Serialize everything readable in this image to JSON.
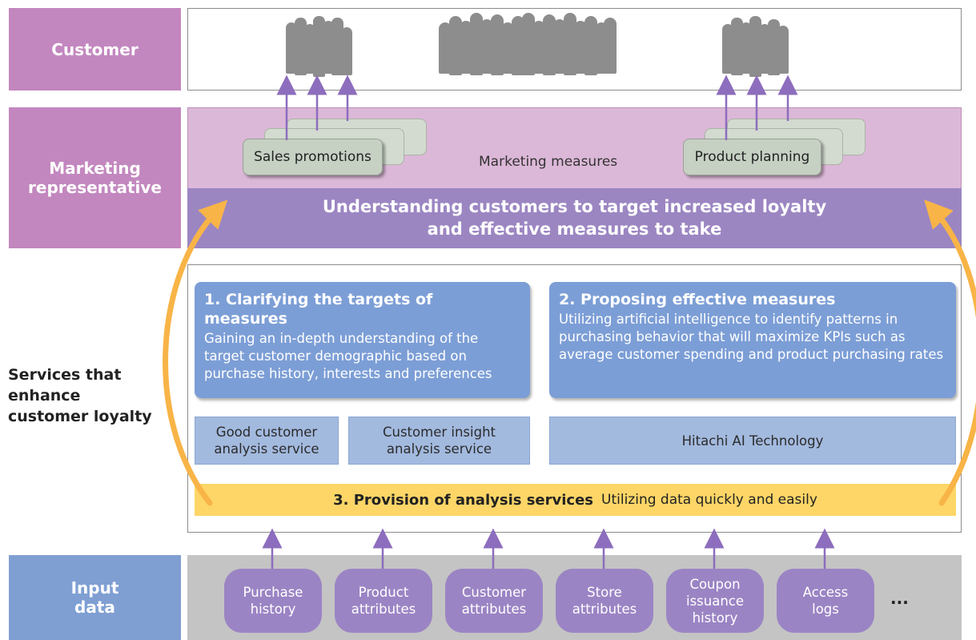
{
  "rows": {
    "customer": "Customer",
    "marketing": "Marketing\nrepresentative",
    "services": "Services that\nenhance\ncustomer loyalty",
    "input": "Input\ndata"
  },
  "marketing": {
    "sales_card": "Sales promotions",
    "product_card": "Product planning",
    "measures_label": "Marketing measures",
    "banner_line1": "Understanding customers to target increased loyalty",
    "banner_line2": "and effective measures to take"
  },
  "panels": {
    "p1_title": "1. Clarifying the targets of measures",
    "p1_body": "Gaining an in-depth understanding of the target customer demographic based on purchase history, interests and preferences",
    "p2_title": "2. Proposing effective measures",
    "p2_body": "Utilizing artificial intelligence to identify patterns in purchasing behavior that will maximize KPIs such as average customer spending and product purchasing rates"
  },
  "services": {
    "good_customer": "Good customer\nanalysis service",
    "customer_insight": "Customer insight\nanalysis service",
    "hitachi_ai": "Hitachi AI Technology"
  },
  "provision": {
    "bold": "3. Provision of analysis services",
    "normal": "Utilizing data quickly and easily"
  },
  "inputs": [
    "Purchase\nhistory",
    "Product\nattributes",
    "Customer\nattributes",
    "Store\nattributes",
    "Coupon\nissuance\nhistory",
    "Access\nlogs"
  ],
  "more": "...",
  "colors": {
    "row_label_purple": "#c387bf",
    "row_label_blue": "#7f9fd3",
    "marketing_band": "#dcb8d8",
    "banner": "#9b86c2",
    "panel_blue": "#7c9ed6",
    "provision_yellow": "#fdd667",
    "arc_orange": "#f8b447",
    "input_band": "#c4c4c4",
    "pill_purple": "#9b84c4",
    "arrow_purple": "#8d6dbd"
  }
}
